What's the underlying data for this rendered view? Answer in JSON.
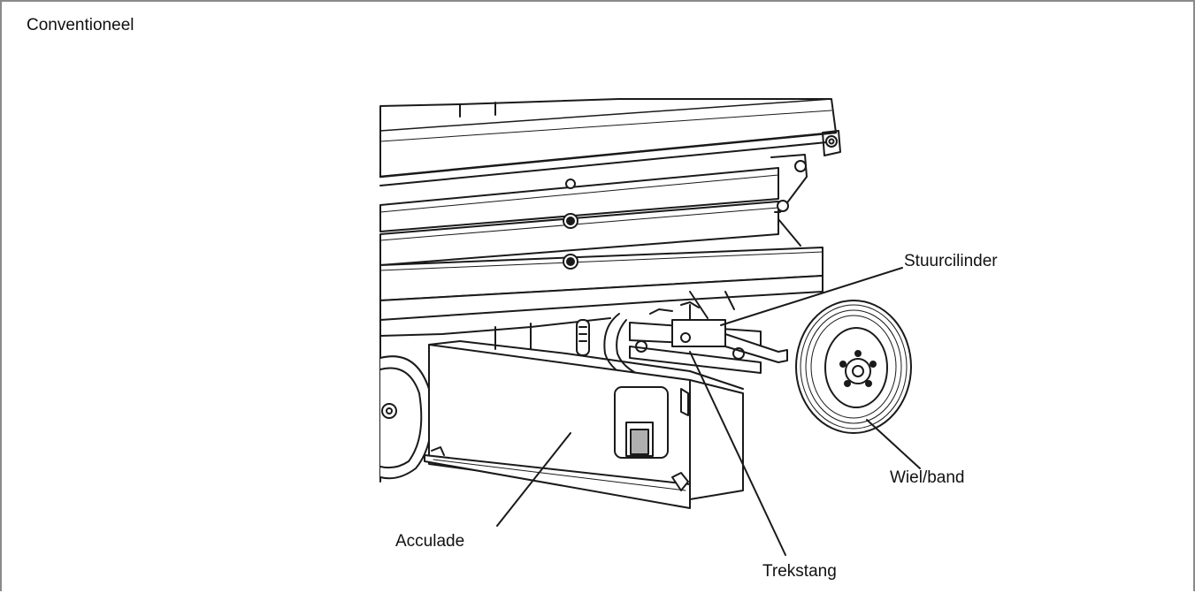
{
  "title": "Conventioneel",
  "labels": {
    "stuurcilinder": "Stuurcilinder",
    "wiel_band": "Wiel/band",
    "acculade": "Acculade",
    "trekstang": "Trekstang"
  },
  "colors": {
    "line": "#1a1a1a",
    "frame": "#8a8a8a"
  }
}
